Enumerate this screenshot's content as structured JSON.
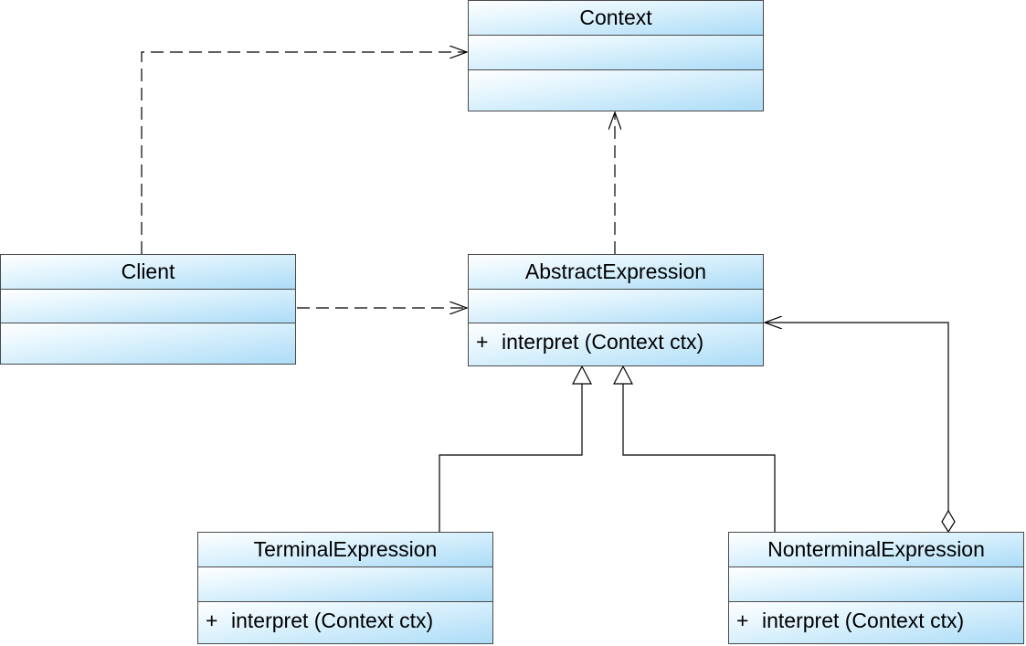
{
  "diagram": {
    "classes": {
      "context": {
        "name": "Context",
        "attributes": [],
        "operations": []
      },
      "abstract_expression": {
        "name": "AbstractExpression",
        "attributes": [],
        "operations": [
          {
            "visibility": "+",
            "signature": "interpret (Context ctx)"
          }
        ]
      },
      "client": {
        "name": "Client",
        "attributes": [],
        "operations": []
      },
      "terminal_expression": {
        "name": "TerminalExpression",
        "attributes": [],
        "operations": [
          {
            "visibility": "+",
            "signature": "interpret (Context ctx)"
          }
        ]
      },
      "nonterminal_expression": {
        "name": "NonterminalExpression",
        "attributes": [],
        "operations": [
          {
            "visibility": "+",
            "signature": "interpret (Context ctx)"
          }
        ]
      }
    },
    "relationships": [
      {
        "type": "dependency",
        "from": "Client",
        "to": "Context"
      },
      {
        "type": "dependency",
        "from": "Client",
        "to": "AbstractExpression"
      },
      {
        "type": "dependency",
        "from": "AbstractExpression",
        "to": "Context"
      },
      {
        "type": "generalization",
        "from": "TerminalExpression",
        "to": "AbstractExpression"
      },
      {
        "type": "generalization",
        "from": "NonterminalExpression",
        "to": "AbstractExpression"
      },
      {
        "type": "aggregation",
        "from": "NonterminalExpression",
        "to": "AbstractExpression"
      }
    ],
    "colors": {
      "box_gradient_light": "#ffffff",
      "box_gradient_dark": "#acdcf7",
      "line": "#000000",
      "border": "#4a4a4a"
    }
  }
}
